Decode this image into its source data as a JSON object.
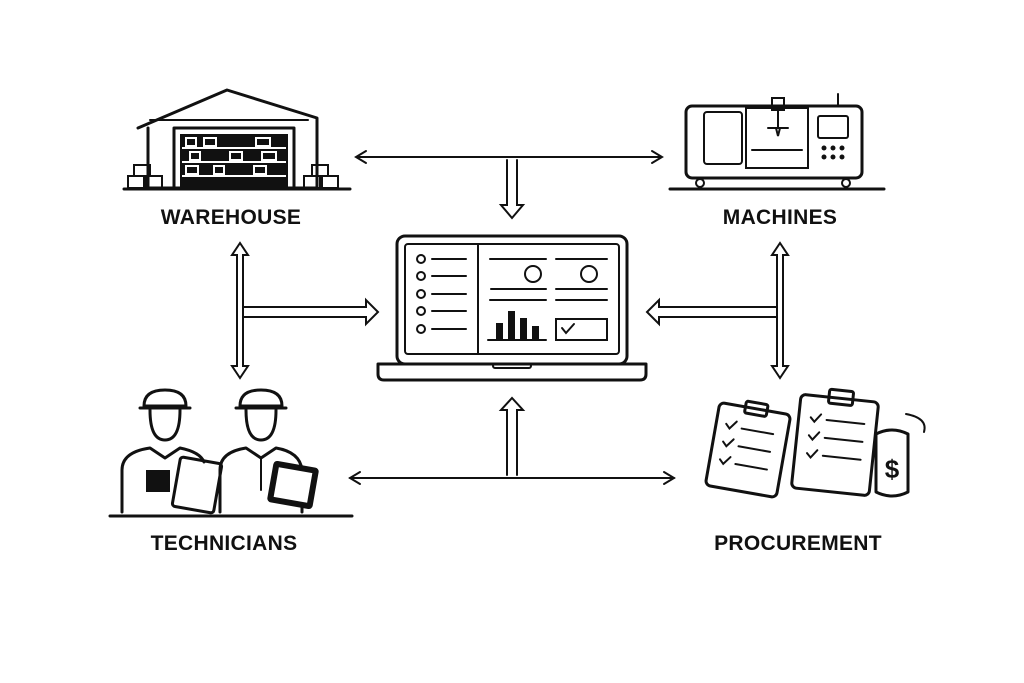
{
  "nodes": {
    "warehouse": {
      "label": "WAREHOUSE",
      "icon": "warehouse-icon"
    },
    "machines": {
      "label": "MACHINES",
      "icon": "cnc-machine-icon"
    },
    "technicians": {
      "label": "TECHNICIANS",
      "icon": "technicians-icon"
    },
    "procurement": {
      "label": "PROCUREMENT",
      "icon": "clipboard-money-icon"
    },
    "center": {
      "icon": "laptop-dashboard-icon"
    }
  },
  "colors": {
    "ink": "#111111",
    "background": "#ffffff"
  }
}
